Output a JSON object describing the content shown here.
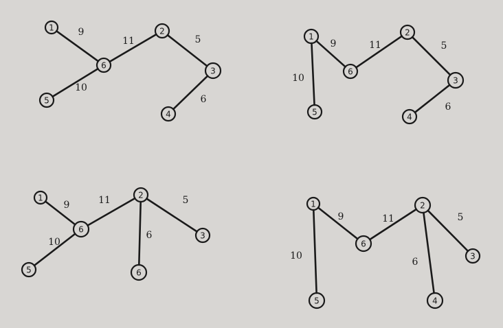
{
  "background_color": "#d8d6d3",
  "ink_color": "#1a1a1a",
  "trees": [
    {
      "nodes": [
        {
          "id": "1",
          "label": "1"
        },
        {
          "id": "6",
          "label": "6"
        },
        {
          "id": "2",
          "label": "2"
        },
        {
          "id": "3",
          "label": "3"
        },
        {
          "id": "4",
          "label": "4"
        },
        {
          "id": "5",
          "label": "5"
        }
      ],
      "edges": [
        {
          "from": "1",
          "to": "6",
          "weight": "9"
        },
        {
          "from": "6",
          "to": "2",
          "weight": "11"
        },
        {
          "from": "2",
          "to": "3",
          "weight": "5"
        },
        {
          "from": "3",
          "to": "4",
          "weight": "6"
        },
        {
          "from": "6",
          "to": "5",
          "weight": "10"
        }
      ]
    },
    {
      "nodes": [
        {
          "id": "1",
          "label": "1"
        },
        {
          "id": "6",
          "label": "6"
        },
        {
          "id": "2",
          "label": "2"
        },
        {
          "id": "3",
          "label": "3"
        },
        {
          "id": "4",
          "label": "4"
        },
        {
          "id": "5",
          "label": "5"
        }
      ],
      "edges": [
        {
          "from": "1",
          "to": "6",
          "weight": "9"
        },
        {
          "from": "6",
          "to": "2",
          "weight": "11"
        },
        {
          "from": "2",
          "to": "3",
          "weight": "5"
        },
        {
          "from": "3",
          "to": "4",
          "weight": "6"
        },
        {
          "from": "1",
          "to": "5",
          "weight": "10"
        }
      ]
    },
    {
      "nodes": [
        {
          "id": "1",
          "label": "1"
        },
        {
          "id": "6",
          "label": "6"
        },
        {
          "id": "2",
          "label": "2"
        },
        {
          "id": "3",
          "label": "3"
        },
        {
          "id": "6b",
          "label": "6"
        },
        {
          "id": "5",
          "label": "5"
        }
      ],
      "edges": [
        {
          "from": "1",
          "to": "6",
          "weight": "9"
        },
        {
          "from": "6",
          "to": "2",
          "weight": "11"
        },
        {
          "from": "2",
          "to": "3",
          "weight": "5"
        },
        {
          "from": "2",
          "to": "6b",
          "weight": "6"
        },
        {
          "from": "6",
          "to": "5",
          "weight": "10"
        }
      ]
    },
    {
      "nodes": [
        {
          "id": "1",
          "label": "1"
        },
        {
          "id": "6",
          "label": "6"
        },
        {
          "id": "2",
          "label": "2"
        },
        {
          "id": "3",
          "label": "3"
        },
        {
          "id": "4",
          "label": "4"
        },
        {
          "id": "5",
          "label": "5"
        }
      ],
      "edges": [
        {
          "from": "1",
          "to": "6",
          "weight": "9"
        },
        {
          "from": "6",
          "to": "2",
          "weight": "11"
        },
        {
          "from": "2",
          "to": "3",
          "weight": "5"
        },
        {
          "from": "2",
          "to": "4",
          "weight": "6"
        },
        {
          "from": "1",
          "to": "5",
          "weight": "10"
        }
      ]
    }
  ]
}
